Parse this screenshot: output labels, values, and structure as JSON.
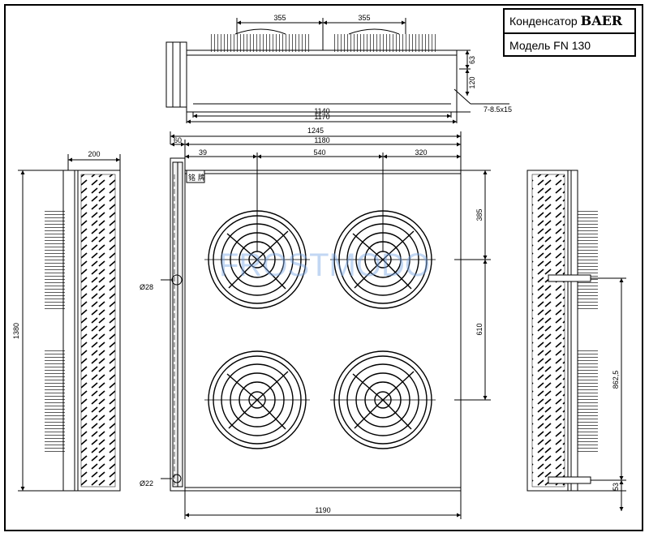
{
  "title_block": {
    "line1_prefix": "Конденсатор",
    "brand": "BAER",
    "line2": "Модель FN 130"
  },
  "top_view": {
    "fan_spacing_left": "355",
    "fan_spacing_right": "355",
    "height_upper": "63",
    "height_lower": "120",
    "holes": "7-8.5x15",
    "inner_length": "1140",
    "outer_length": "1170"
  },
  "front_view": {
    "overall_width": "1245",
    "offset_60": "60",
    "span_1180": "1180",
    "offset_39": "39",
    "fan_pitch_h": "540",
    "fan_edge_right": "320",
    "fan_edge_top": "385",
    "fan_pitch_v": "610",
    "inlet_pipe": "Ø28",
    "outlet_pipe": "Ø22",
    "bottom_width": "1190",
    "nameplate": "铭 牌"
  },
  "left_view": {
    "depth": "200",
    "height": "1380"
  },
  "right_view": {
    "pipe_height": "862,5",
    "base_offset": "53"
  },
  "watermark": "FROSTMODO"
}
